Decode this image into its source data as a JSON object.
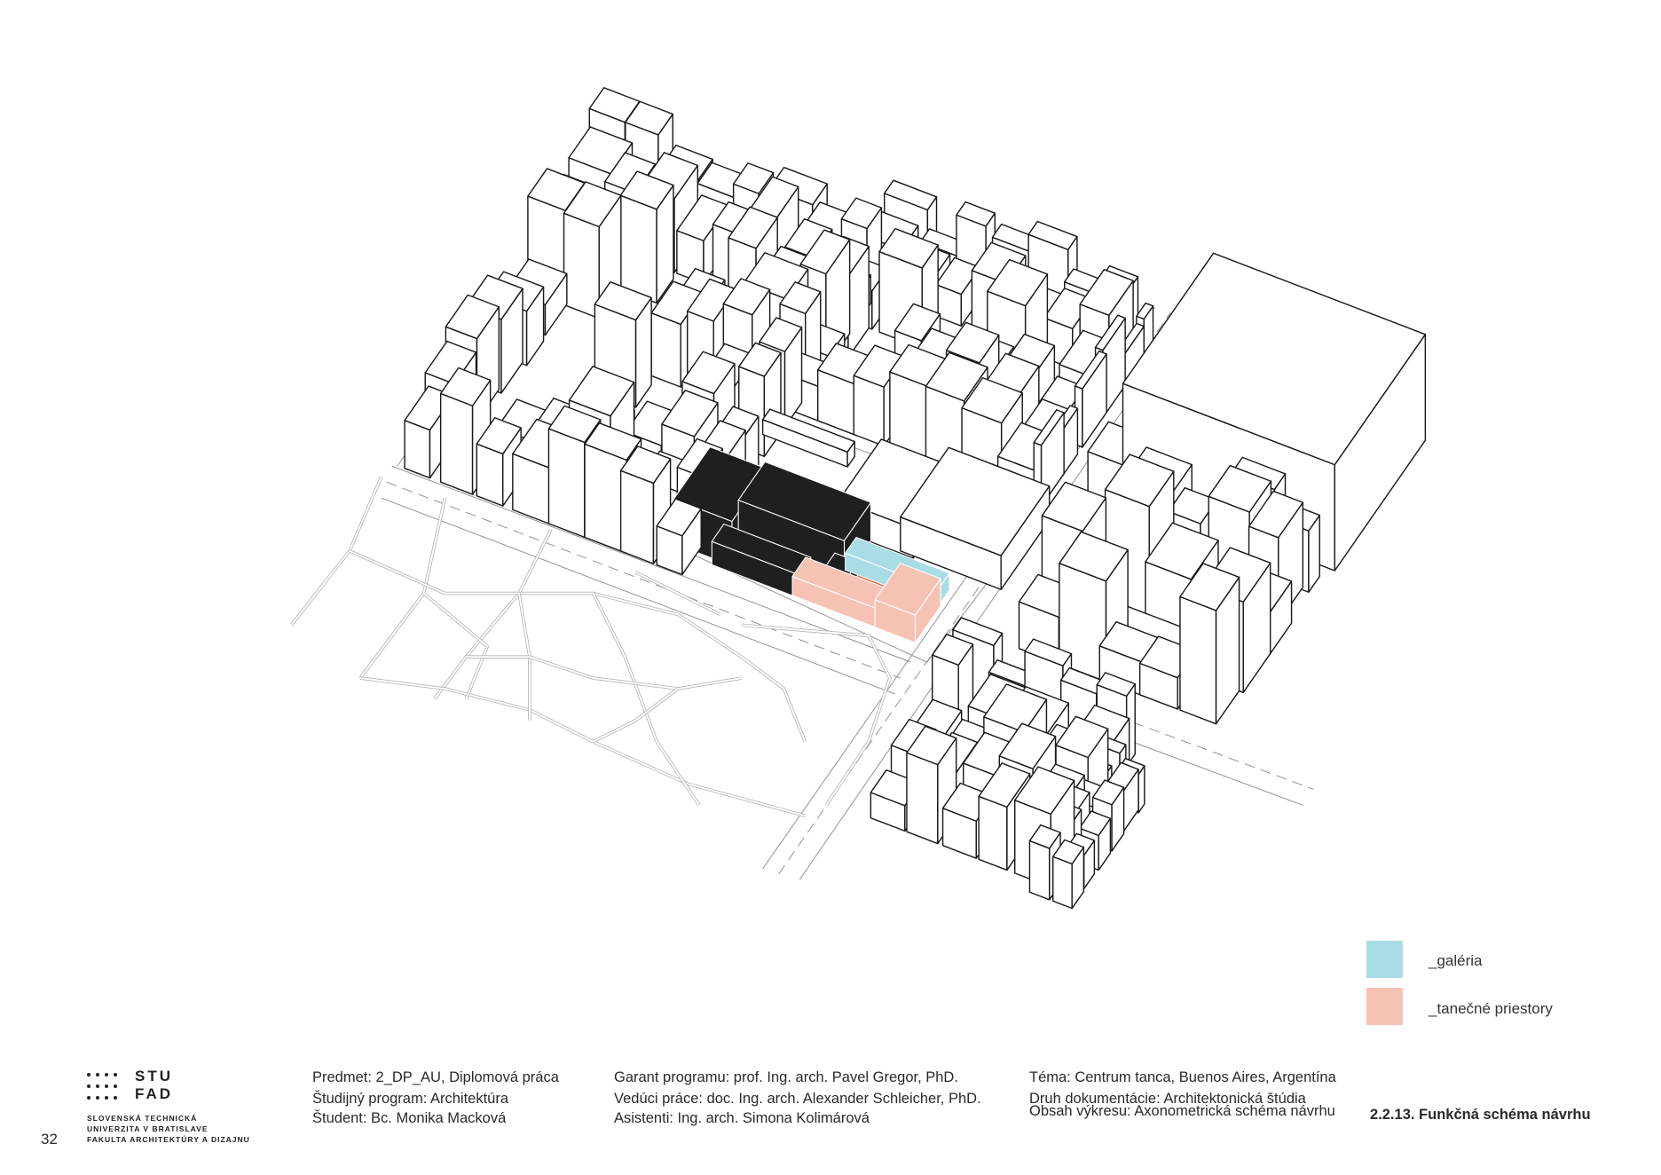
{
  "legend": [
    {
      "label": "_galéria",
      "color": "#a9dde6"
    },
    {
      "label": "_tanečné priestory",
      "color": "#f6c2b4"
    }
  ],
  "colors": {
    "existing_fill": "#ffffff",
    "existing_stroke": "#1a1a1a",
    "proposed_black": "#1f1f1f",
    "dance_accent": "#ef6a4a",
    "road": "#9a9a9a"
  },
  "logo": {
    "mark_top": "STU",
    "mark_bottom": "FAD",
    "line1": "SLOVENSKÁ TECHNICKÁ",
    "line2": "UNIVERZITA V BRATISLAVE",
    "line3": "FAKULTA ARCHITEKTÚRY A DIZAJNU"
  },
  "page_number": "32",
  "footer": {
    "col1": [
      "Predmet: 2_DP_AU, Diplomová práca",
      "Študijný program: Architektúra",
      "Študent: Bc. Monika Macková"
    ],
    "col2": [
      "Garant programu: prof. Ing. arch. Pavel Gregor, PhD.",
      "Vedúci práce: doc. Ing. arch. Alexander Schleicher, PhD.",
      "Asistenti: Ing. arch. Simona Kolimárová"
    ],
    "col3": [
      "Téma: Centrum tanca, Buenos Aires, Argentína",
      "Druh dokumentácie: Architektonická štúdia",
      "Obsah výkresu: Axonometrická schéma návrhu"
    ],
    "drawing_title": "2.2.13. Funkčná schéma návrhu"
  }
}
